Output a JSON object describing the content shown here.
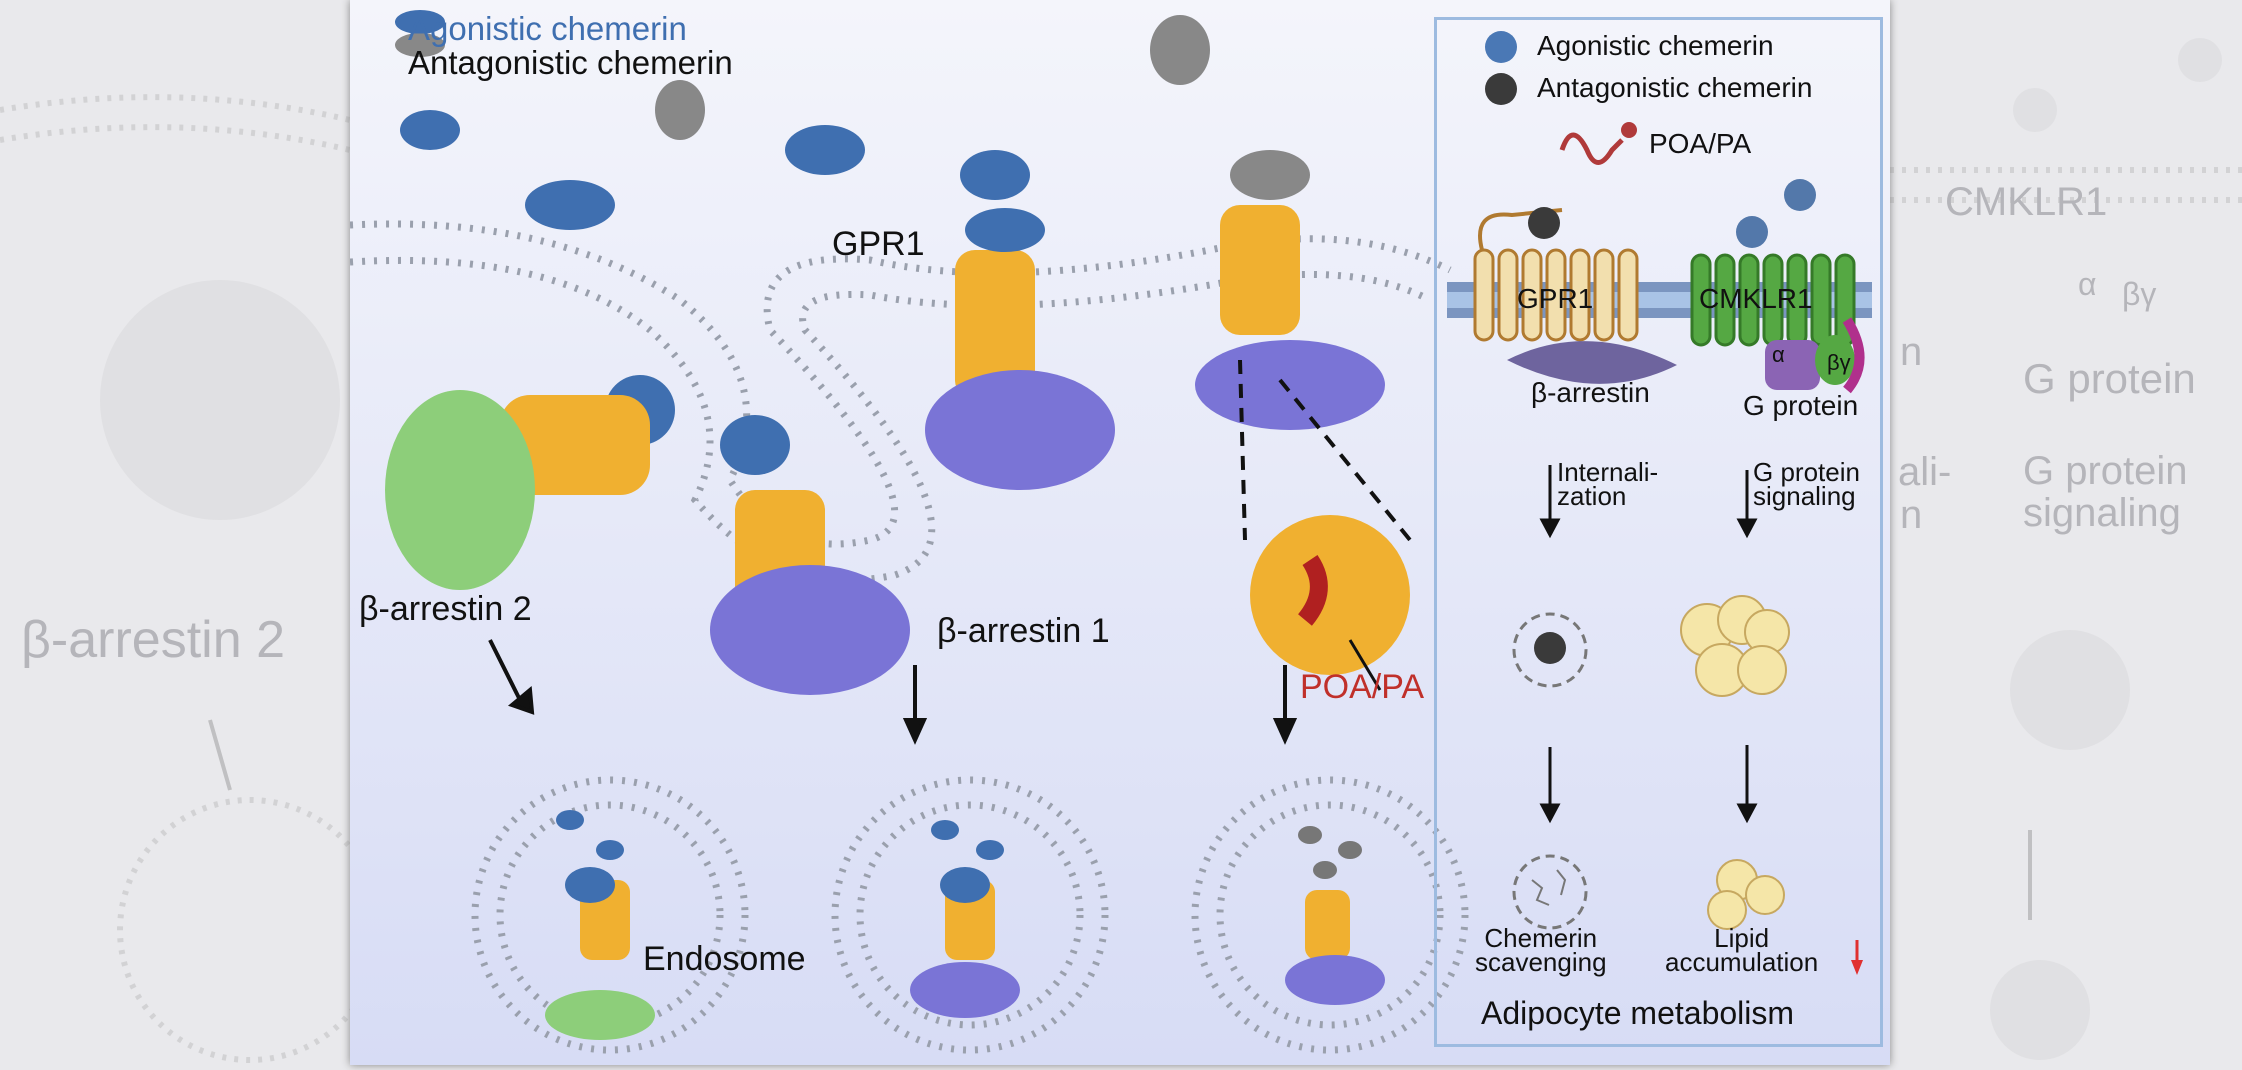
{
  "background": {
    "left_label": "β-arrestin 2",
    "right_labels": [
      "CMKLR1",
      "G protein",
      "G protein signaling"
    ],
    "partial_labels": [
      "n",
      "ali-",
      "n"
    ],
    "greek_alpha": "α",
    "greek_beta_gamma": "βγ"
  },
  "main": {
    "legend": {
      "agonistic": "Agonistic chemerin",
      "antagonistic": "Antagonistic chemerin"
    },
    "labels": {
      "gpr1": "GPR1",
      "beta_arrestin_2": "β-arrestin 2",
      "beta_arrestin_1": "β-arrestin 1",
      "poa_pa": "POA/PA",
      "endosome": "Endosome"
    }
  },
  "summary_box": {
    "legend": [
      {
        "label": "Agonistic chemerin",
        "color": "#4a78b5"
      },
      {
        "label": "Antagonistic chemerin",
        "color": "#3a3a3a"
      },
      {
        "label": "POA/PA",
        "color": "#b03a3a"
      }
    ],
    "receptors": {
      "gpr1": "GPR1",
      "cmklr1": "CMKLR1"
    },
    "effectors": {
      "beta_arrestin": "β-arrestin",
      "g_protein": "G protein",
      "alpha": "α",
      "beta_gamma": "βγ"
    },
    "paths": {
      "left": "Internali-\nzation",
      "right": "G protein\nsignaling"
    },
    "outcomes": {
      "left": "Chemerin\nscavenging",
      "right": "Lipid\naccumulation"
    },
    "footer": "Adipocyte metabolism"
  },
  "colors": {
    "agonist": "#3f6fb0",
    "gpr1": "#f0b030",
    "arrestin": "#7a74d6",
    "cmklr1": "#4f9a3c",
    "poa": "#c0302a"
  }
}
